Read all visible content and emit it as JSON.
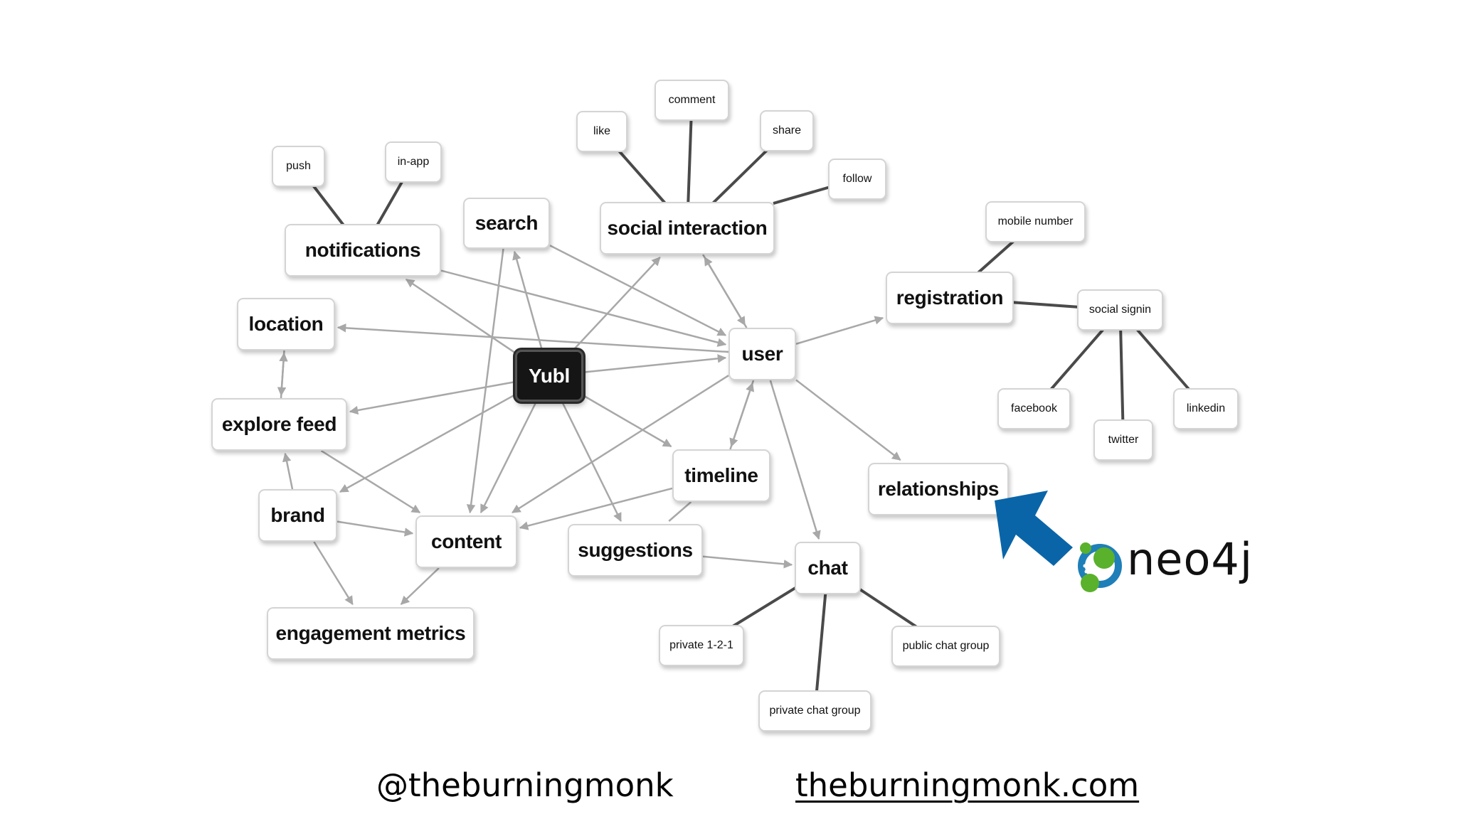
{
  "graph": {
    "nodes": [
      {
        "id": "yubl",
        "label": "Yubl",
        "kind": "root"
      },
      {
        "id": "search",
        "label": "search",
        "kind": "big"
      },
      {
        "id": "social_interaction",
        "label": "social interaction",
        "kind": "big"
      },
      {
        "id": "notifications",
        "label": "notifications",
        "kind": "big"
      },
      {
        "id": "location",
        "label": "location",
        "kind": "big"
      },
      {
        "id": "explore_feed",
        "label": "explore feed",
        "kind": "big"
      },
      {
        "id": "brand",
        "label": "brand",
        "kind": "big"
      },
      {
        "id": "content",
        "label": "content",
        "kind": "big"
      },
      {
        "id": "engagement_metrics",
        "label": "engagement metrics",
        "kind": "big"
      },
      {
        "id": "suggestions",
        "label": "suggestions",
        "kind": "big"
      },
      {
        "id": "timeline",
        "label": "timeline",
        "kind": "big"
      },
      {
        "id": "user",
        "label": "user",
        "kind": "big"
      },
      {
        "id": "registration",
        "label": "registration",
        "kind": "big"
      },
      {
        "id": "relationships",
        "label": "relationships",
        "kind": "big"
      },
      {
        "id": "chat",
        "label": "chat",
        "kind": "big"
      },
      {
        "id": "push",
        "label": "push",
        "kind": "small"
      },
      {
        "id": "in_app",
        "label": "in-app",
        "kind": "small"
      },
      {
        "id": "like",
        "label": "like",
        "kind": "small"
      },
      {
        "id": "comment",
        "label": "comment",
        "kind": "small"
      },
      {
        "id": "share",
        "label": "share",
        "kind": "small"
      },
      {
        "id": "follow",
        "label": "follow",
        "kind": "small"
      },
      {
        "id": "mobile_number",
        "label": "mobile number",
        "kind": "small"
      },
      {
        "id": "social_signin",
        "label": "social signin",
        "kind": "small"
      },
      {
        "id": "facebook",
        "label": "facebook",
        "kind": "small"
      },
      {
        "id": "twitter",
        "label": "twitter",
        "kind": "small"
      },
      {
        "id": "linkedin",
        "label": "linkedin",
        "kind": "small"
      },
      {
        "id": "private_1_2_1",
        "label": "private 1-2-1",
        "kind": "small"
      },
      {
        "id": "private_chat_group",
        "label": "private chat group",
        "kind": "small"
      },
      {
        "id": "public_chat_group",
        "label": "public chat group",
        "kind": "small"
      }
    ],
    "edges": [
      {
        "from": "push",
        "to": "notifications",
        "style": "plain"
      },
      {
        "from": "in_app",
        "to": "notifications",
        "style": "plain"
      },
      {
        "from": "like",
        "to": "social_interaction",
        "style": "plain"
      },
      {
        "from": "comment",
        "to": "social_interaction",
        "style": "plain"
      },
      {
        "from": "share",
        "to": "social_interaction",
        "style": "plain"
      },
      {
        "from": "follow",
        "to": "social_interaction",
        "style": "plain"
      },
      {
        "from": "mobile_number",
        "to": "registration",
        "style": "plain"
      },
      {
        "from": "registration",
        "to": "social_signin",
        "style": "plain"
      },
      {
        "from": "social_signin",
        "to": "facebook",
        "style": "plain"
      },
      {
        "from": "social_signin",
        "to": "twitter",
        "style": "plain"
      },
      {
        "from": "social_signin",
        "to": "linkedin",
        "style": "plain"
      },
      {
        "from": "chat",
        "to": "private_1_2_1",
        "style": "plain"
      },
      {
        "from": "chat",
        "to": "private_chat_group",
        "style": "plain"
      },
      {
        "from": "chat",
        "to": "public_chat_group",
        "style": "plain"
      },
      {
        "from": "yubl",
        "to": "notifications",
        "style": "arrow"
      },
      {
        "from": "yubl",
        "to": "search",
        "style": "arrow"
      },
      {
        "from": "yubl",
        "to": "social_interaction",
        "style": "arrow"
      },
      {
        "from": "yubl",
        "to": "explore_feed",
        "style": "arrow"
      },
      {
        "from": "yubl",
        "to": "brand",
        "style": "arrow"
      },
      {
        "from": "yubl",
        "to": "content",
        "style": "arrow"
      },
      {
        "from": "yubl",
        "to": "suggestions",
        "style": "arrow"
      },
      {
        "from": "yubl",
        "to": "timeline",
        "style": "arrow"
      },
      {
        "from": "yubl",
        "to": "user",
        "style": "arrow"
      },
      {
        "from": "search",
        "to": "content",
        "style": "arrow"
      },
      {
        "from": "search",
        "to": "user",
        "style": "arrow"
      },
      {
        "from": "notifications",
        "to": "user",
        "style": "arrow"
      },
      {
        "from": "social_interaction",
        "to": "user",
        "style": "arrow"
      },
      {
        "from": "user",
        "to": "social_interaction",
        "style": "arrow"
      },
      {
        "from": "user",
        "to": "location",
        "style": "arrow"
      },
      {
        "from": "user",
        "to": "registration",
        "style": "arrow"
      },
      {
        "from": "user",
        "to": "relationships",
        "style": "arrow"
      },
      {
        "from": "user",
        "to": "chat",
        "style": "arrow"
      },
      {
        "from": "user",
        "to": "timeline",
        "style": "arrow"
      },
      {
        "from": "user",
        "to": "content",
        "style": "arrow"
      },
      {
        "from": "timeline",
        "to": "user",
        "style": "arrow"
      },
      {
        "from": "timeline",
        "to": "content",
        "style": "arrow"
      },
      {
        "from": "timeline",
        "to": "suggestions",
        "style": "line"
      },
      {
        "from": "suggestions",
        "to": "chat",
        "style": "arrow"
      },
      {
        "from": "location",
        "to": "explore_feed",
        "style": "arrow"
      },
      {
        "from": "explore_feed",
        "to": "location",
        "style": "arrow"
      },
      {
        "from": "explore_feed",
        "to": "content",
        "style": "arrow"
      },
      {
        "from": "brand",
        "to": "explore_feed",
        "style": "arrow"
      },
      {
        "from": "brand",
        "to": "content",
        "style": "arrow"
      },
      {
        "from": "brand",
        "to": "engagement_metrics",
        "style": "arrow"
      },
      {
        "from": "content",
        "to": "engagement_metrics",
        "style": "arrow"
      }
    ]
  },
  "logo": {
    "text": "neo4j",
    "icon": "neo4j-logo-icon",
    "colors": {
      "blue": "#1f7fb8",
      "green": "#5ab12c"
    }
  },
  "pointer": {
    "icon": "arrow-pointer-icon",
    "color": "#0a65a8"
  },
  "footer": {
    "handle": "@theburningmonk",
    "site": "theburningmonk.com"
  },
  "colors": {
    "plain_edge": "#4a4a4a",
    "arrow_edge": "#a8a8a8",
    "root_bg": "#151515"
  }
}
